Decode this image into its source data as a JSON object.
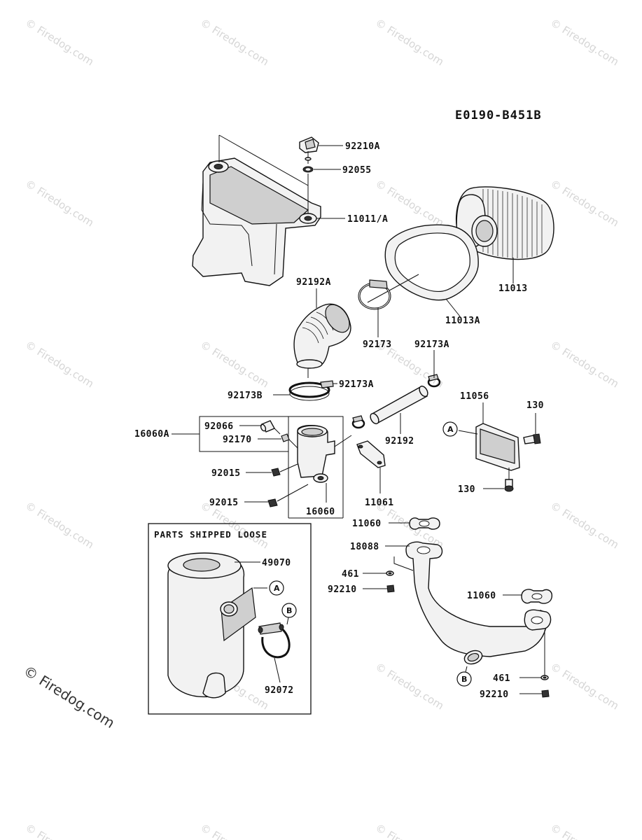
{
  "diagram_code": "E0190-B451B",
  "watermark_text": "© Firedog.com",
  "box_title": "PARTS SHIPPED LOOSE",
  "callouts": {
    "a": "A",
    "b": "B"
  },
  "labels": {
    "p92210A": "92210A",
    "p92055": "92055",
    "p11011A": "11011/A",
    "p92192A": "92192A",
    "p11013": "11013",
    "p11013A": "11013A",
    "p92173": "92173",
    "p92173A_top": "92173A",
    "p92173B": "92173B",
    "p92173A_mid": "92173A",
    "p11056": "11056",
    "p130_top": "130",
    "p16060A": "16060A",
    "p92066": "92066",
    "p92170": "92170",
    "p92192": "92192",
    "p92015_a": "92015",
    "p130_bottom": "130",
    "p92015_b": "92015",
    "p11061": "11061",
    "p16060": "16060",
    "p11060_a": "11060",
    "p18088": "18088",
    "p461_a": "461",
    "p92210_a": "92210",
    "p49070": "49070",
    "p11060_b": "11060",
    "p92072": "92072",
    "p461_b": "461",
    "p92210_b": "92210"
  }
}
